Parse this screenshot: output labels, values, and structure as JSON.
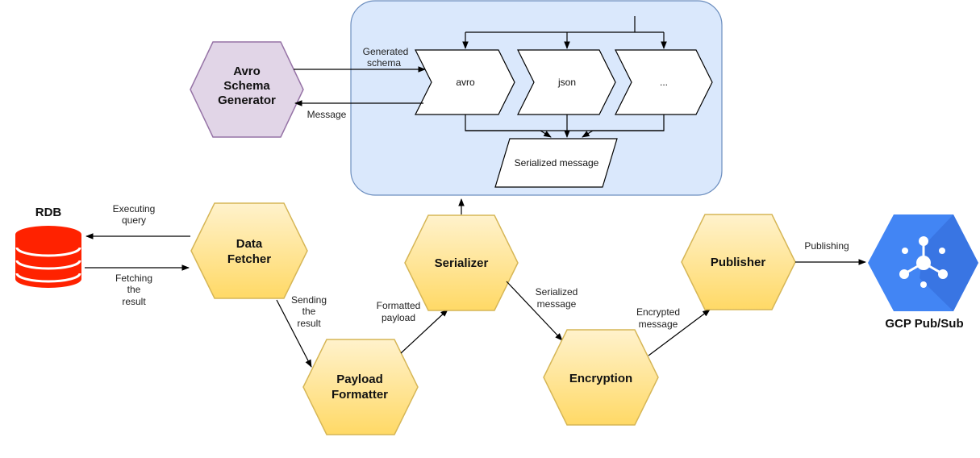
{
  "colors": {
    "hex_fill": "#ffd966",
    "hex_stroke": "#d6b656",
    "avro_fill": "#e1d5e7",
    "avro_stroke": "#9673a6",
    "panel_fill": "#dae8fc",
    "panel_stroke": "#6c8ebf",
    "rdb_red": "#ff2200",
    "gcp_blue": "#4285f4"
  },
  "nodes": {
    "rdb": "RDB",
    "data_fetcher": [
      "Data",
      "Fetcher"
    ],
    "payload_formatter": [
      "Payload",
      "Formatter"
    ],
    "serializer": "Serializer",
    "encryption": "Encryption",
    "publisher": "Publisher",
    "avro_generator": [
      "Avro",
      "Schema",
      "Generator"
    ],
    "gcp_pubsub": "GCP Pub/Sub"
  },
  "formats": [
    "avro",
    "json",
    "..."
  ],
  "serialized_box": "Serialized message",
  "edge_labels": {
    "generated_schema": [
      "Generated",
      "schema"
    ],
    "message": "Message",
    "executing_query": [
      "Executing",
      "query"
    ],
    "fetching_result": [
      "Fetching",
      "the",
      "result"
    ],
    "sending_result": [
      "Sending",
      "the",
      "result"
    ],
    "formatted_payload": [
      "Formatted",
      "payload"
    ],
    "serialized_message": [
      "Serialized",
      "message"
    ],
    "encrypted_message": [
      "Encrypted",
      "message"
    ],
    "publishing": "Publishing"
  },
  "icons": {
    "database": "database-icon",
    "pubsub": "pubsub-icon"
  }
}
